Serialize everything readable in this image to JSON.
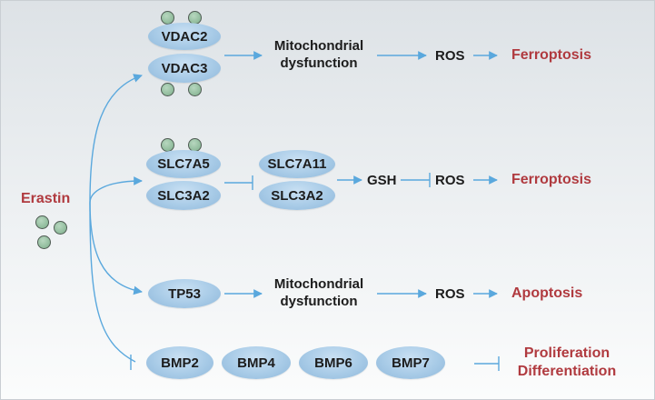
{
  "drug": {
    "label": "Erastin"
  },
  "pathway1": {
    "proteins": [
      "VDAC2",
      "VDAC3"
    ],
    "step": [
      "Mitochondrial",
      "dysfunction"
    ],
    "ros": "ROS",
    "outcome": "Ferroptosis"
  },
  "pathway2": {
    "proteins": [
      "SLC7A5",
      "SLC3A2"
    ],
    "target": [
      "SLC7A11",
      "SLC3A2"
    ],
    "gsh": "GSH",
    "ros": "ROS",
    "outcome": "Ferroptosis"
  },
  "pathway3": {
    "protein": "TP53",
    "step": [
      "Mitochondrial",
      "dysfunction"
    ],
    "ros": "ROS",
    "outcome": "Apoptosis"
  },
  "pathway4": {
    "proteins": [
      "BMP2",
      "BMP4",
      "BMP6",
      "BMP7"
    ],
    "outcome": [
      "Proliferation",
      "Differentiation"
    ]
  },
  "colors": {
    "arrow": "#5aa8dd",
    "inhibit": "#5aa8dd",
    "outcome_text": "#b03a3f",
    "node_fill": "#a8cbe7",
    "drug_dot": "#8fbb9b"
  }
}
